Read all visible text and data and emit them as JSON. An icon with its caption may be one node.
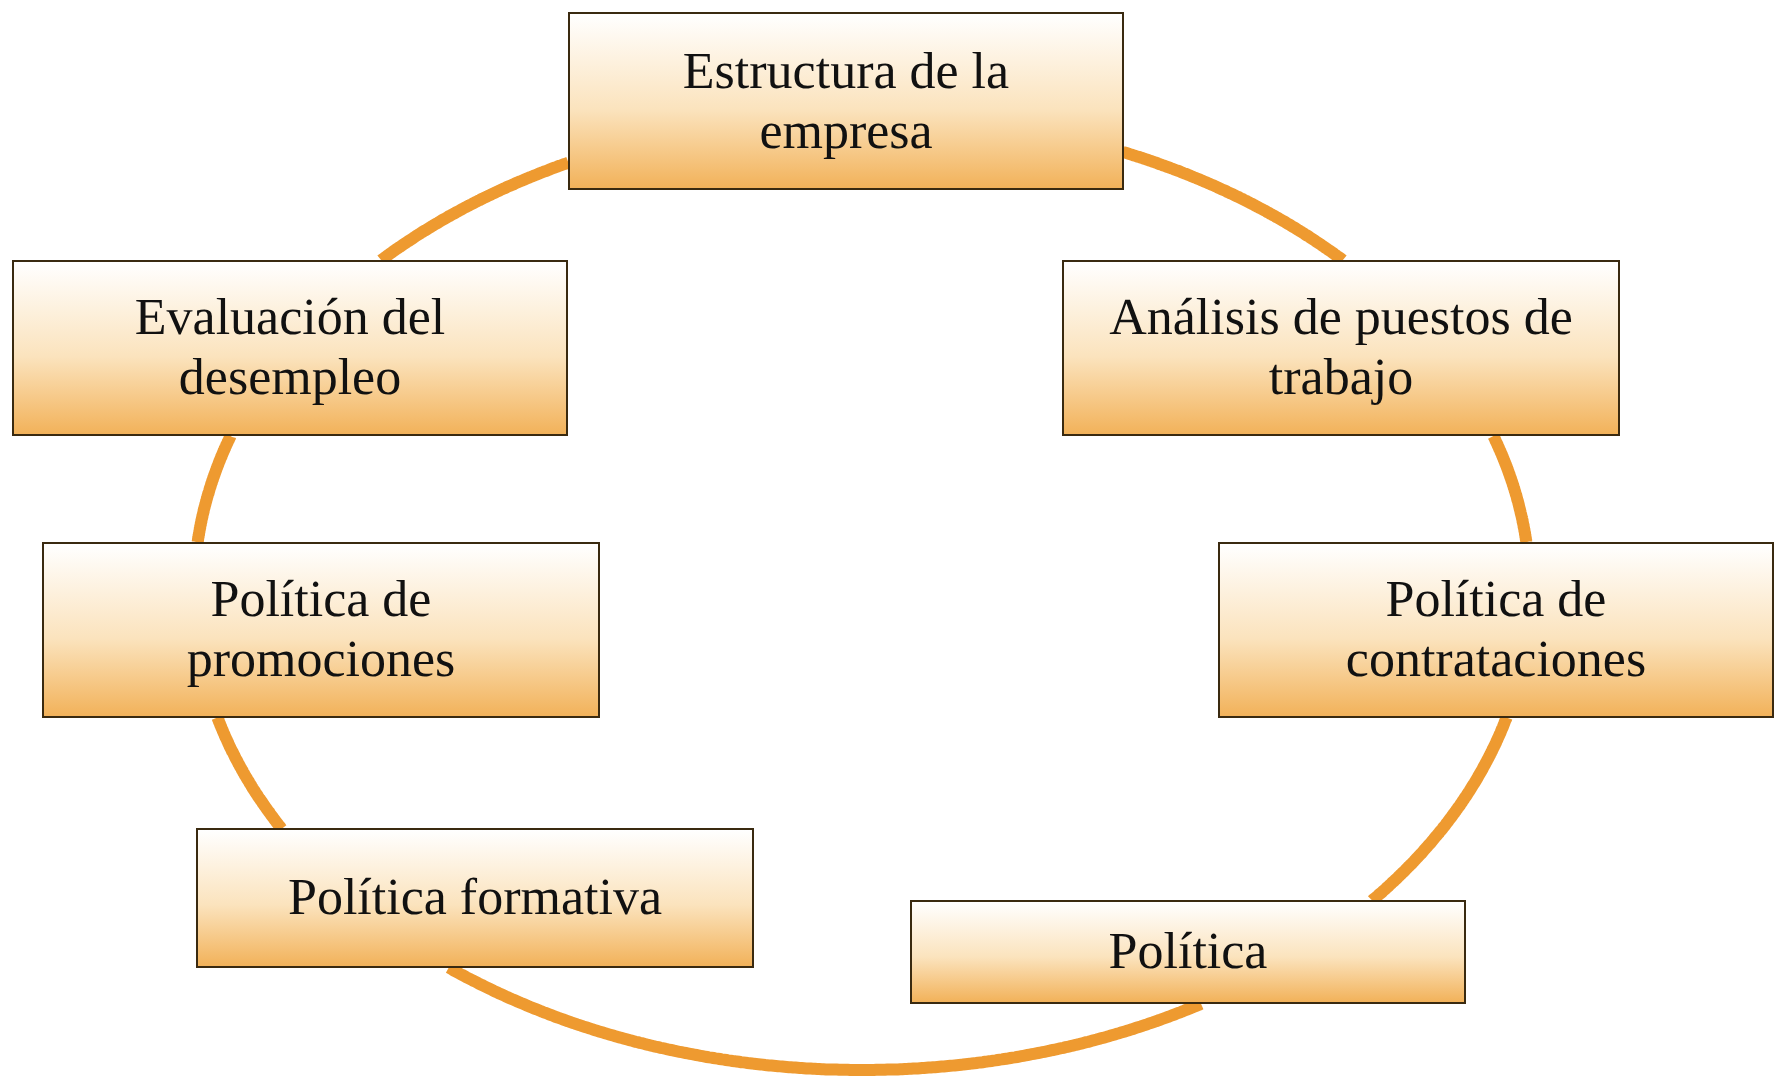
{
  "diagram": {
    "nodes": [
      {
        "text": [
          "Estructura de la empresa"
        ]
      },
      {
        "text": [
          "Análisis de puestos de trabajo"
        ]
      },
      {
        "text": [
          "Política de contrataciones"
        ]
      },
      {
        "text": [
          "Política"
        ]
      },
      {
        "text": [
          "Política formativa"
        ]
      },
      {
        "text": [
          "Política de promociones"
        ]
      },
      {
        "text": [
          "Evaluación del desempleo"
        ]
      }
    ],
    "edges": [
      {
        "from": 0,
        "to": 1,
        "arrow": "none"
      },
      {
        "from": 1,
        "to": 2,
        "arrow": "none"
      },
      {
        "from": 2,
        "to": 3,
        "arrow": "none"
      },
      {
        "from": 3,
        "to": 4,
        "arrow": "none"
      },
      {
        "from": 4,
        "to": 5,
        "arrow": "none"
      },
      {
        "from": 5,
        "to": 6,
        "arrow": "none"
      },
      {
        "from": 6,
        "to": 0,
        "arrow": "none"
      }
    ]
  }
}
